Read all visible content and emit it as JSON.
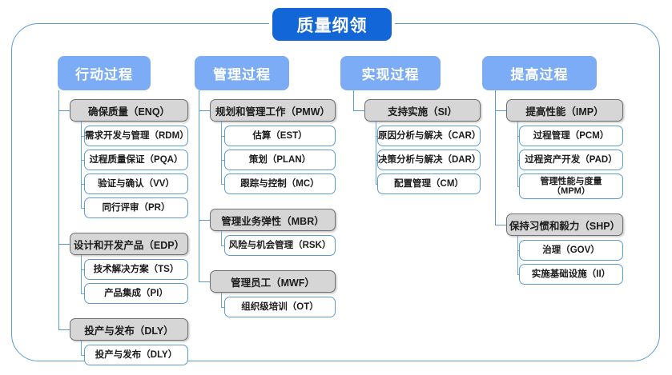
{
  "title": "质量纲领",
  "colors": {
    "frame": "#5b9bd5",
    "title_pill": "#1266d8",
    "column_header": "#7cacf5",
    "group_box": "#d6d6d6",
    "group_border": "#6f6f6f",
    "leaf_border": "#5b9bd5",
    "connector": "#5b9bd5"
  },
  "columns": [
    {
      "header": "行动过程",
      "groups": [
        {
          "label": "确保质量（ENQ）",
          "children": [
            "需求开发与管理（RDM）",
            "过程质量保证（PQA）",
            "验证与确认（VV）",
            "同行评审（PR）"
          ]
        },
        {
          "label": "设计和开发产品（EDP）",
          "children": [
            "技术解决方案（TS）",
            "产品集成（PI）"
          ]
        },
        {
          "label": "投产与发布（DLY）",
          "children": [
            "投产与发布（DLY）"
          ]
        }
      ]
    },
    {
      "header": "管理过程",
      "groups": [
        {
          "label": "规划和管理工作（PMW）",
          "children": [
            "估算（EST）",
            "策划（PLAN）",
            "跟踪与控制（MC）"
          ]
        },
        {
          "label": "管理业务弹性（MBR）",
          "children": [
            "风险与机会管理（RSK）"
          ]
        },
        {
          "label": "管理员工（MWF）",
          "children": [
            "组织级培训（OT）"
          ]
        }
      ]
    },
    {
      "header": "实现过程",
      "groups": [
        {
          "label": "支持实施（SI）",
          "children": [
            "原因分析与解决（CAR）",
            "决策分析与解决（DAR）",
            "配置管理（CM）"
          ]
        }
      ]
    },
    {
      "header": "提高过程",
      "groups": [
        {
          "label": "提高性能（IMP）",
          "children": [
            "过程管理（PCM）",
            "过程资产开发（PAD）",
            "管理性能与度量\n（MPM）"
          ]
        },
        {
          "label": "保持习惯和毅力（SHP）",
          "children": [
            "治理（GOV）",
            "实施基础设施（II）"
          ]
        }
      ]
    }
  ]
}
